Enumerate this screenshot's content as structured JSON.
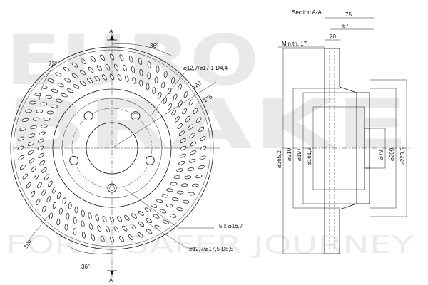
{
  "watermark": {
    "logo_line1": "EURO",
    "logo_line2": "BRAKE",
    "tagline": "FOR A SAFER JOURNEY"
  },
  "front_view": {
    "section_marker_top": "A",
    "section_marker_bottom": "A",
    "angle_top": "36°",
    "angle_bottom": "36°",
    "angle_left": "72°",
    "hole_spec_top": "⌀12,7/⌀17,1  D4,4",
    "hole_spec_bottom": "⌀12,7/⌀17,5  D5,5",
    "bolt_holes": "5 x ⌀16,7",
    "dim_120": "120",
    "dim_176": "176",
    "dim_104": "104"
  },
  "section_view": {
    "title": "Section A-A",
    "dim_75": "75",
    "dim_67": "67",
    "dim_20": "20",
    "min_thickness": "Min th. 17",
    "dia_365": "⌀365,2",
    "dia_210": "⌀210",
    "dia_197": "⌀197",
    "dia_161": "⌀161,2",
    "dia_79": "⌀79",
    "dia_209": "⌀209",
    "dia_223": "⌀223,5"
  }
}
